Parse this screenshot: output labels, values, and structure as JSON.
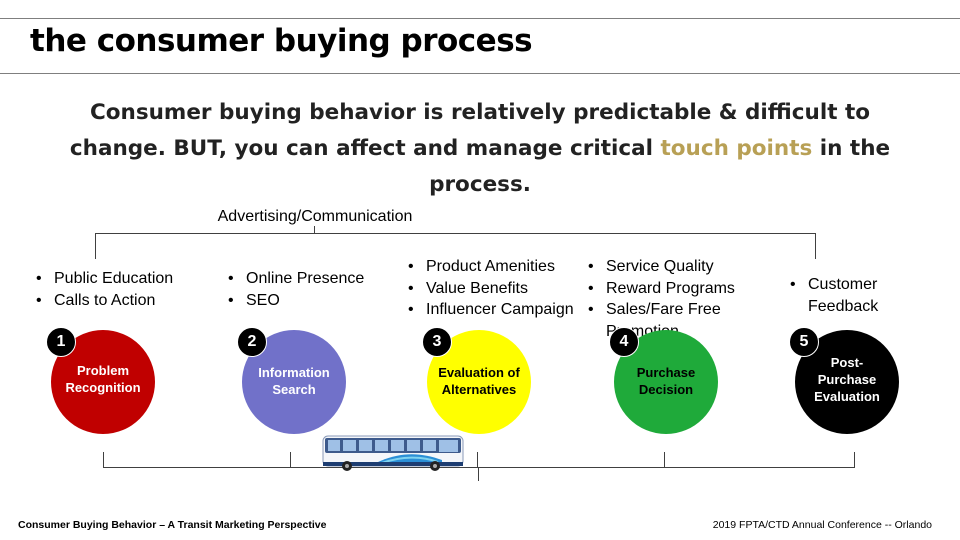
{
  "slide": {
    "title": "the consumer buying process",
    "subtitle_before": "Consumer buying behavior is relatively predictable & difficult to change.  BUT, you can affect and manage critical ",
    "subtitle_highlight": "touch points",
    "subtitle_after": " in the process.",
    "top_label": "Advertising/Communication",
    "colors": {
      "highlight": "#b8a055",
      "step1": "#c00000",
      "step2": "#7171c9",
      "step3": "#ffff00",
      "step4": "#1faa3a",
      "step5": "#000000"
    },
    "bus_icon": "bus-icon"
  },
  "groups": {
    "g1": [
      "Public Education",
      "Calls to Action"
    ],
    "g2": [
      "Online Presence",
      "SEO"
    ],
    "g3": [
      "Product Amenities",
      "Value Benefits",
      "Influencer Campaign"
    ],
    "g4": [
      "Service Quality",
      "Reward Programs",
      "Sales/Fare Free Promotion"
    ],
    "g5": [
      "Customer Feedback"
    ]
  },
  "steps": [
    {
      "number": "1",
      "label": "Problem Recognition"
    },
    {
      "number": "2",
      "label": "Information Search"
    },
    {
      "number": "3",
      "label": "Evaluation of Alternatives"
    },
    {
      "number": "4",
      "label": "Purchase Decision"
    },
    {
      "number": "5",
      "label": "Post-Purchase Evaluation"
    }
  ],
  "footer": {
    "left": "Consumer Buying Behavior – A Transit Marketing Perspective",
    "right": "2019 FPTA/CTD Annual Conference -- Orlando"
  }
}
